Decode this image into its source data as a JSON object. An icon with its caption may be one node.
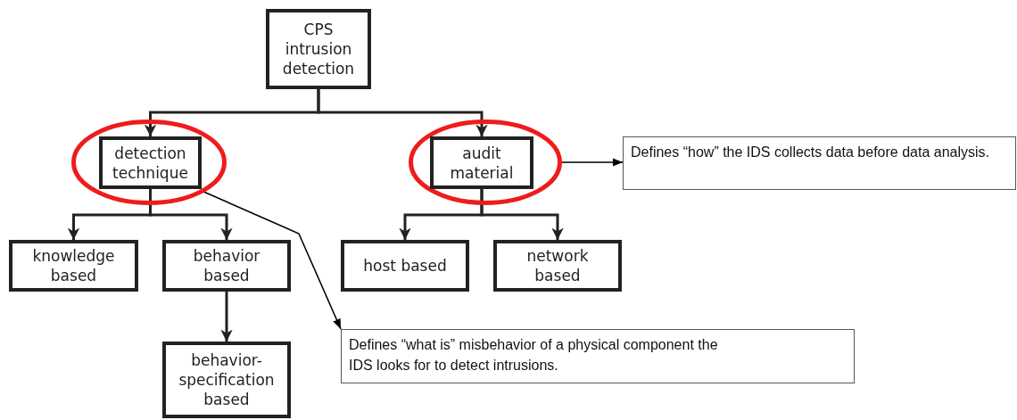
{
  "diagram": {
    "nodes": [
      {
        "text": [
          "CPS intrusion detection"
        ]
      },
      {
        "text": [],
        "shape": "ellipse"
      },
      {
        "text": [
          "detection technique"
        ],
        "in": 1
      },
      {
        "text": [],
        "shape": "ellipse"
      },
      {
        "text": [
          "audit material"
        ],
        "in": 3
      },
      {
        "text": [
          "Defines “how” the IDS collects data before data analysis."
        ]
      },
      {
        "text": [
          "knowledge based"
        ]
      },
      {
        "text": [
          "behavior based"
        ]
      },
      {
        "text": [
          "host based"
        ]
      },
      {
        "text": [
          "network based"
        ]
      },
      {
        "text": [
          "behavior-specification based"
        ]
      },
      {
        "text": [
          "Defines “what is” misbehavior of a physical component the IDS looks for to detect intrusions."
        ]
      }
    ],
    "edges": [
      {
        "from": 0,
        "to": 2,
        "arrow": "to"
      },
      {
        "from": 0,
        "to": 4,
        "arrow": "to"
      },
      {
        "from": 2,
        "to": 6,
        "arrow": "to"
      },
      {
        "from": 2,
        "to": 7,
        "arrow": "to"
      },
      {
        "from": 4,
        "to": 8,
        "arrow": "to"
      },
      {
        "from": 4,
        "to": 9,
        "arrow": "to"
      },
      {
        "from": 7,
        "to": 10,
        "arrow": "to"
      },
      {
        "from": 3,
        "to": 5,
        "arrow": "to"
      },
      {
        "from": 1,
        "to": 11,
        "arrow": "to"
      }
    ]
  }
}
